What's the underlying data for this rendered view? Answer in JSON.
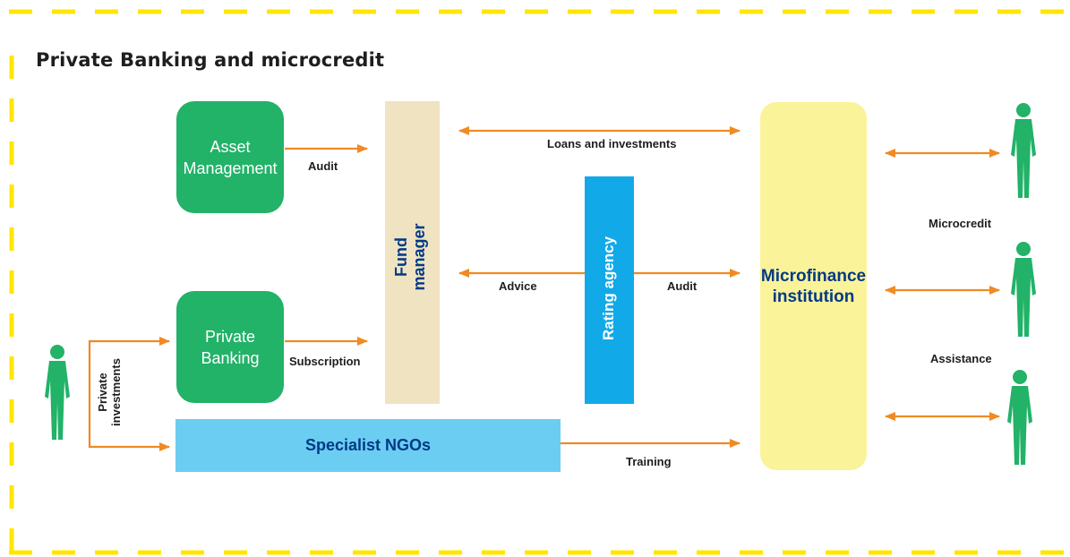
{
  "title": "Private Banking and microcredit",
  "nodes": {
    "asset_management": "Asset\nManagement",
    "private_banking": "Private\nBanking",
    "fund_manager": "Fund\nmanager",
    "rating_agency": "Rating agency",
    "specialist_ngos": "Specialist NGOs",
    "microfinance_institution": "Microfinance\ninstitution"
  },
  "edge_labels": {
    "audit_asset": "Audit",
    "subscription": "Subscription",
    "loans": "Loans and investments",
    "advice": "Advice",
    "audit_rating": "Audit",
    "training": "Training",
    "private_investments": "Private\ninvestments",
    "microcredit": "Microcredit",
    "assistance": "Assistance"
  },
  "colors": {
    "arrow": "#f08a24",
    "frame": "#ffe600",
    "green": "#22b268",
    "person": "#22b268",
    "navy": "#003a86",
    "fund_bg": "#efe3c2",
    "rating_bg": "#12a9e8",
    "ngo_bg": "#6bcdf2",
    "mfi_bg": "#fbf39a"
  },
  "icons": {
    "person": "person-silhouette-icon"
  }
}
